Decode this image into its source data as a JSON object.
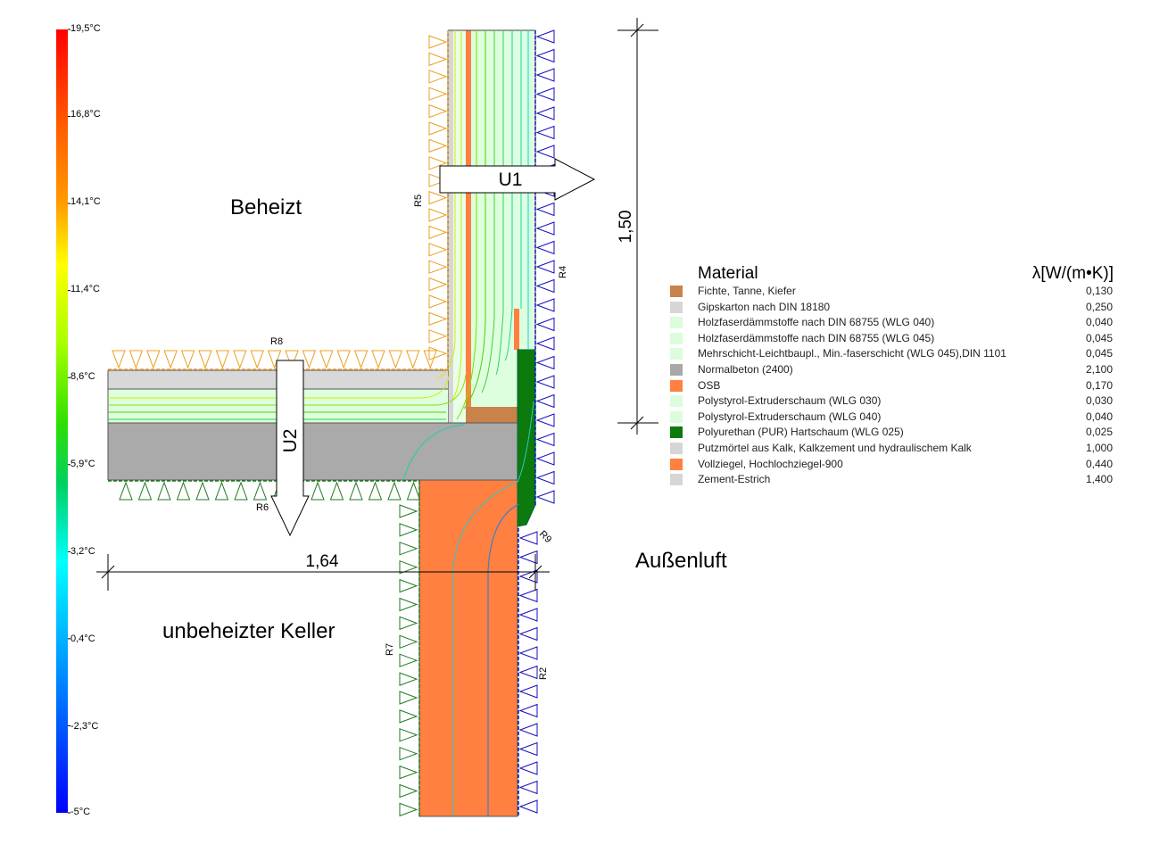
{
  "colors": {
    "brick": "#ff8040",
    "concrete": "#aaaaaa",
    "screed": "#d8d8d8",
    "insulation_light": "#ddffdd",
    "pur": "#0c7a0c",
    "wood": "#c88040",
    "heated_boundary": "#e8a020",
    "cellar_boundary": "#207a20",
    "exterior_boundary": "#1010c0"
  },
  "scale": {
    "labels": [
      "19,5°C",
      "16,8°C",
      "14,1°C",
      "11,4°C",
      "8,6°C",
      "5,9°C",
      "3,2°C",
      "0,4°C",
      "-2,3°C",
      "-5°C"
    ]
  },
  "zones": {
    "heated": "Beheizt",
    "cellar": "unbeheizter Keller",
    "outside": "Außenluft"
  },
  "arrows": {
    "u1": "U1",
    "u2": "U2"
  },
  "boundaries": {
    "r2": "R2",
    "r4": "R4",
    "r5": "R5",
    "r6": "R6",
    "r7": "R7",
    "r8": "R8",
    "r9": "R9"
  },
  "dimensions": {
    "height": "1,50",
    "width": "1,64"
  },
  "legend": {
    "title": "Material",
    "unit": "λ[W/(m•K)]",
    "items": [
      {
        "name": "Fichte, Tanne, Kiefer",
        "value": "0,130",
        "color": "#c8824a"
      },
      {
        "name": "Gipskarton nach DIN 18180",
        "value": "0,250",
        "color": "#d6d6d6"
      },
      {
        "name": "Holzfaserdämmstoffe nach DIN 68755 (WLG 040)",
        "value": "0,040",
        "color": "#dcfcdc"
      },
      {
        "name": "Holzfaserdämmstoffe nach DIN 68755 (WLG 045)",
        "value": "0,045",
        "color": "#dcfcdc"
      },
      {
        "name": "Mehrschicht-Leichtbaupl., Min.-faserschicht (WLG 045),DIN 1101",
        "value": "0,045",
        "color": "#dcfcdc"
      },
      {
        "name": "Normalbeton (2400)",
        "value": "2,100",
        "color": "#a8a8a8"
      },
      {
        "name": "OSB",
        "value": "0,170",
        "color": "#ff8040"
      },
      {
        "name": "Polystyrol-Extruderschaum (WLG 030)",
        "value": "0,030",
        "color": "#dcfcdc"
      },
      {
        "name": "Polystyrol-Extruderschaum (WLG 040)",
        "value": "0,040",
        "color": "#dcfcdc"
      },
      {
        "name": "Polyurethan (PUR) Hartschaum (WLG 025)",
        "value": "0,025",
        "color": "#0c7a0c"
      },
      {
        "name": "Putzmörtel aus Kalk, Kalkzement und hydraulischem Kalk",
        "value": "1,000",
        "color": "#d6d6d6"
      },
      {
        "name": "Vollziegel, Hochlochziegel-900",
        "value": "0,440",
        "color": "#ff8040"
      },
      {
        "name": "Zement-Estrich",
        "value": "1,400",
        "color": "#d6d6d6"
      }
    ]
  }
}
